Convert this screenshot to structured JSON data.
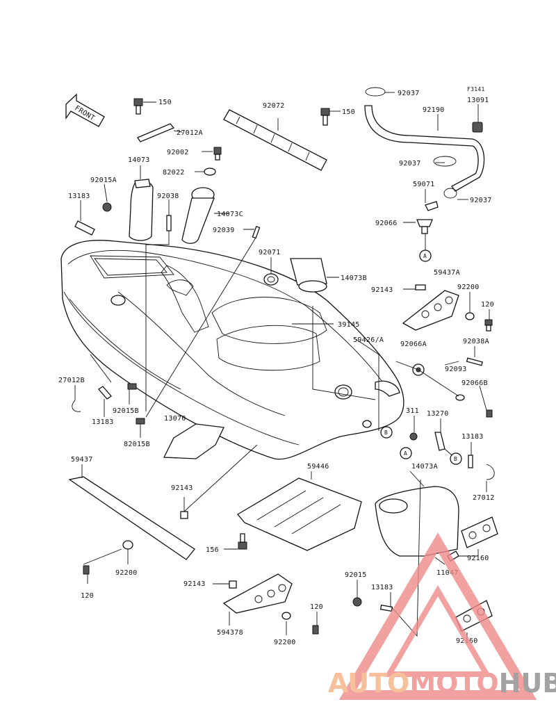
{
  "front_label": "FRONT",
  "ref_label": "F3141",
  "callout_a": "A",
  "callout_b": "B",
  "watermark": {
    "auto": "AUTO",
    "moto": "MOTO",
    "hub": "HUB",
    "color_auto": "#f4b183",
    "color_moto": "#ef8a8a",
    "color_hub": "#8c8c8c"
  },
  "parts": {
    "p150_a": "150",
    "p27012A": "27012A",
    "p92072": "92072",
    "p150_b": "150",
    "p92037_a": "92037",
    "p13091": "13091",
    "p92190": "92190",
    "p14073": "14073",
    "p92002": "92002",
    "p82022": "82022",
    "p92015A": "92015A",
    "p92038": "92038",
    "p14073C": "14073C",
    "p13183_a": "13183",
    "p92039": "92039",
    "p92037_b": "92037",
    "p59071": "59071",
    "p92037_c": "92037",
    "p92066": "92066",
    "p92071": "92071",
    "p14073B": "14073B",
    "p59437A": "59437A",
    "p92143_a": "92143",
    "p92200_a": "92200",
    "p120_a": "120",
    "p39145": "39145",
    "p59426A": "59426/A",
    "p92038A": "92038A",
    "p92066A": "92066A",
    "p92093": "92093",
    "p92066B": "92066B",
    "p27012B": "27012B",
    "p92015B": "92015B",
    "p13183_b": "13183",
    "p13070": "13070",
    "p82015B": "82015B",
    "p311": "311",
    "p13270": "13270",
    "p13183_c": "13183",
    "p14073A": "14073A",
    "p27012": "27012",
    "p59437": "59437",
    "p59446": "59446",
    "p92143_b": "92143",
    "p156": "156",
    "p92160_a": "92160",
    "p11047": "11047",
    "p92200_b": "92200",
    "p120_b": "120",
    "p92143_c": "92143",
    "p92015": "92015",
    "p13183_d": "13183",
    "p594378": "594378",
    "p120_c": "120",
    "p92200_c": "92200",
    "p92160_b": "92160"
  }
}
